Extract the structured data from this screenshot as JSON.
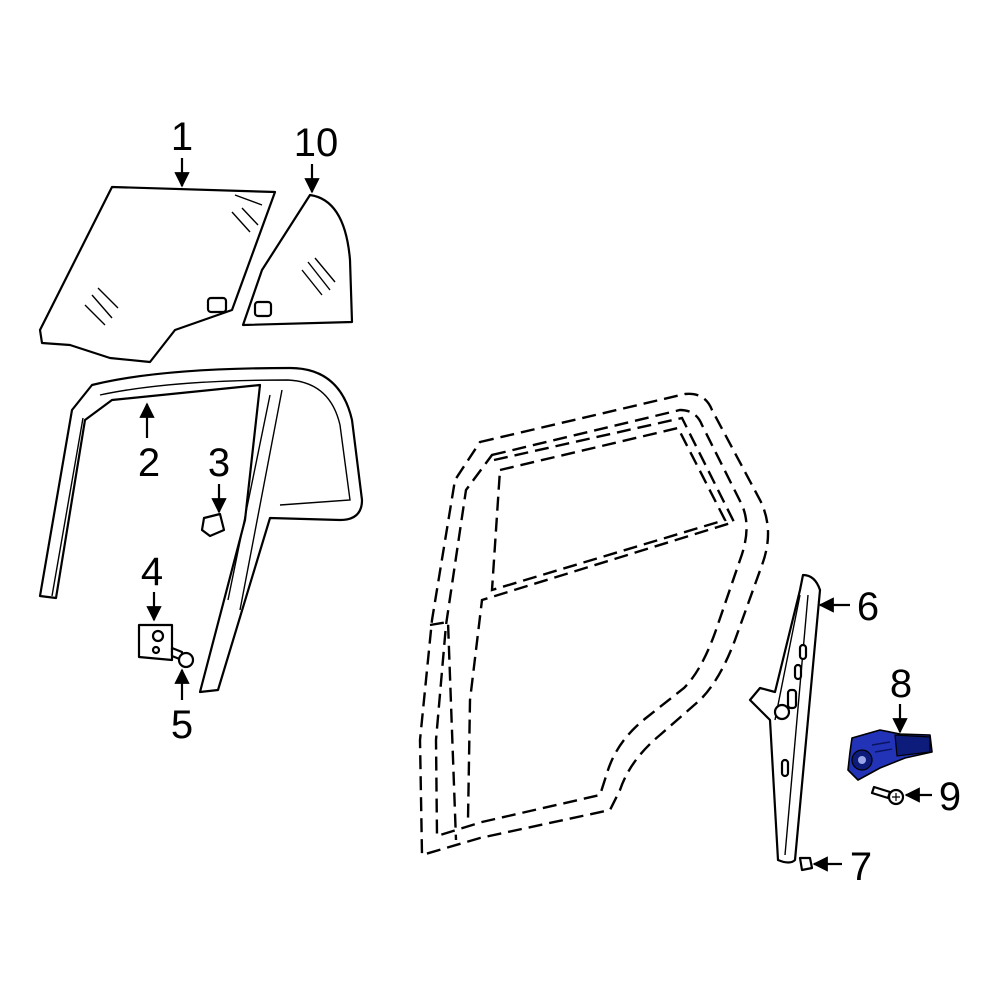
{
  "callouts": [
    {
      "id": "1",
      "label": "1",
      "part": "door-glass"
    },
    {
      "id": "2",
      "label": "2",
      "part": "glass-run-channel"
    },
    {
      "id": "3",
      "label": "3",
      "part": "stopper"
    },
    {
      "id": "4",
      "label": "4",
      "part": "glass-bracket"
    },
    {
      "id": "5",
      "label": "5",
      "part": "bolt"
    },
    {
      "id": "6",
      "label": "6",
      "part": "window-regulator"
    },
    {
      "id": "7",
      "label": "7",
      "part": "rivet"
    },
    {
      "id": "8",
      "label": "8",
      "part": "window-motor",
      "highlighted": true
    },
    {
      "id": "9",
      "label": "9",
      "part": "motor-screw"
    },
    {
      "id": "10",
      "label": "10",
      "part": "quarter-glass"
    }
  ],
  "colors": {
    "highlight": "#2233b8",
    "line": "#000000",
    "background": "#ffffff"
  }
}
